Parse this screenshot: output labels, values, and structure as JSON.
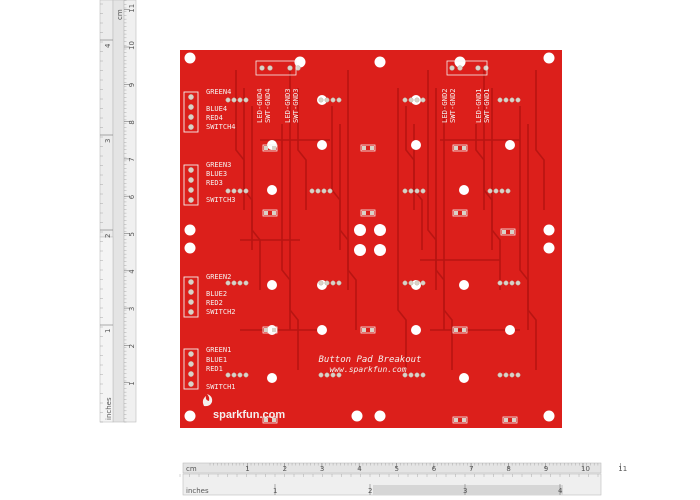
{
  "board": {
    "title": "Button Pad Breakout",
    "url": "www.sparkfun.com",
    "logo": "sparkfun.com",
    "colors": {
      "pcb": "#dc1f1b",
      "trace": "#b81512",
      "silk": "#f4f0ee",
      "hole": "#ffffff",
      "pad": "#d9d2c8"
    }
  },
  "top_labels": {
    "left": [
      "LED-GND4",
      "SWT-GND4",
      "LED-GND3",
      "SWT-GND3"
    ],
    "right": [
      "LED-GND2",
      "SWT-GND2",
      "LED-GND1",
      "SWT-GND1"
    ]
  },
  "side_groups": [
    {
      "green": "GREEN4",
      "blue": "BLUE4",
      "red": "RED4",
      "switch": "SWITCH4"
    },
    {
      "green": "GREEN3",
      "blue": "BLUE3",
      "red": "RED3",
      "switch": "SWITCH3"
    },
    {
      "green": "GREEN2",
      "blue": "BLUE2",
      "red": "RED2",
      "switch": "SWITCH2"
    },
    {
      "green": "GREEN1",
      "blue": "BLUE1",
      "red": "RED1",
      "switch": "SWITCH1"
    }
  ],
  "rulers": {
    "horizontal": {
      "cm_label": "cm",
      "cm_ticks": [
        "1",
        "2",
        "3",
        "4",
        "5",
        "6",
        "7",
        "8",
        "9",
        "10",
        "11"
      ],
      "inch_label": "inches",
      "inch_ticks": [
        "1",
        "2",
        "3",
        "4"
      ]
    },
    "vertical": {
      "cm_label": "cm",
      "cm_ticks": [
        "1",
        "2",
        "3",
        "4",
        "5",
        "6",
        "7",
        "8",
        "9",
        "10",
        "11"
      ],
      "inch_label": "inches",
      "inch_ticks": [
        "1",
        "2",
        "3",
        "4"
      ]
    }
  }
}
